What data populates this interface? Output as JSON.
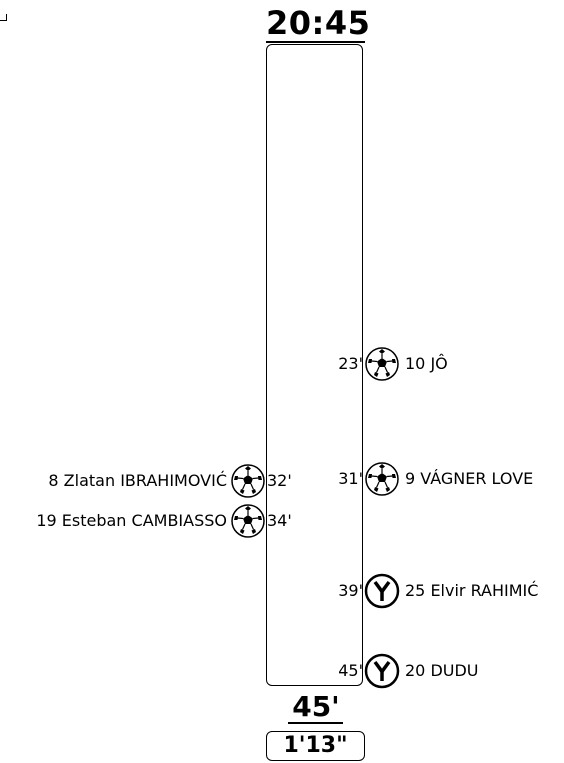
{
  "match": {
    "kickoff_time": "20:45",
    "period_minute": "45'",
    "added_time": "1'13\""
  },
  "events": {
    "right": [
      {
        "minute": "23'",
        "player": "10  JÔ",
        "type": "goal",
        "icon": "soccer-ball-icon"
      },
      {
        "minute": "31'",
        "player": "9  VÁGNER LOVE",
        "type": "goal",
        "icon": "soccer-ball-icon"
      },
      {
        "minute": "39'",
        "player": "25 Elvir RAHIMIĆ",
        "type": "yellow-card",
        "icon": "yellow-card-y-icon"
      },
      {
        "minute": "45'",
        "player": "20  DUDU",
        "type": "yellow-card",
        "icon": "yellow-card-y-icon"
      }
    ],
    "left": [
      {
        "minute": "32'",
        "player": "8 Zlatan IBRAHIMOVIĆ",
        "type": "goal",
        "icon": "soccer-ball-icon"
      },
      {
        "minute": "34'",
        "player": "19 Esteban CAMBIASSO",
        "type": "goal",
        "icon": "soccer-ball-icon"
      }
    ]
  }
}
